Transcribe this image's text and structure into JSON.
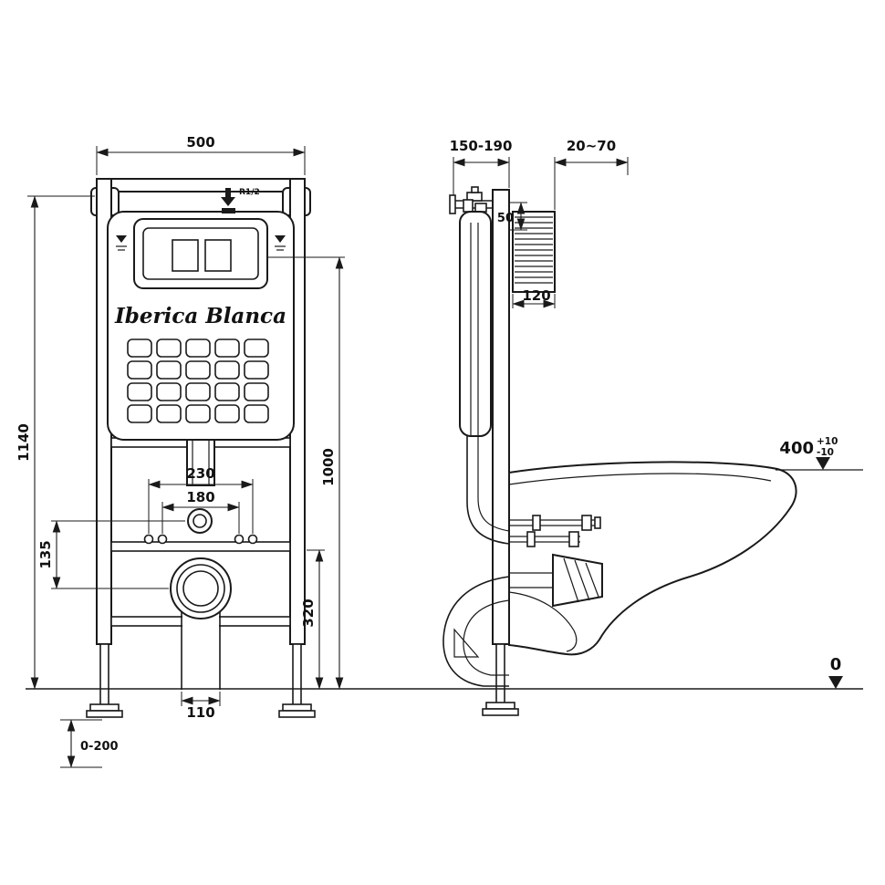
{
  "style": {
    "ink": "#1a1a1a",
    "paper": "#ffffff"
  },
  "brand": "Iberica Blanca",
  "front_view": {
    "width": "500",
    "overall_height": "1140",
    "pipe_span": "230",
    "fixing_span": "180",
    "inlet_drop": "135",
    "plate_height": "1000",
    "outlet_height": "320",
    "outlet_width": "110",
    "foot_adjustment": "0-200",
    "inlet_thread": "R1/2"
  },
  "side_view": {
    "frame_depth": "150-190",
    "wall_finish_range": "20~70",
    "top_clearance": "50",
    "shaft_depth": "120",
    "rim_height": "400",
    "rim_tolerance_plus": "+10",
    "rim_tolerance_minus": "-10",
    "floor_level": "0"
  }
}
